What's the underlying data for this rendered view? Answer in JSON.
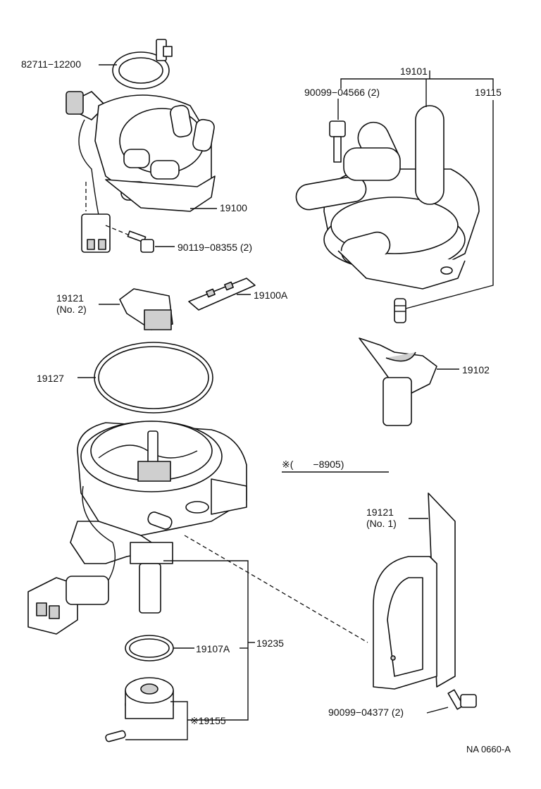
{
  "labels": {
    "p82711": "82711−12200",
    "p19101": "19101",
    "p90099_04566": "90099−04566 (2)",
    "p19115": "19115",
    "p19100": "19100",
    "p90119": "90119−08355 (2)",
    "p19121_a": "19121",
    "p19121_a_no": "(No. 2)",
    "p19100A": "19100A",
    "p19102": "19102",
    "p19127": "19127",
    "note": "※(　　−8905)",
    "p19121_b": "19121",
    "p19121_b_no": "(No. 1)",
    "p19107A": "19107A",
    "p19235": "19235",
    "p19155": "※19155",
    "p90099_04377": "90099−04377 (2)",
    "code": "NA 0660-A"
  },
  "colors": {
    "ink": "#111111",
    "shade": "#cfcfcf",
    "paper": "#ffffff"
  }
}
